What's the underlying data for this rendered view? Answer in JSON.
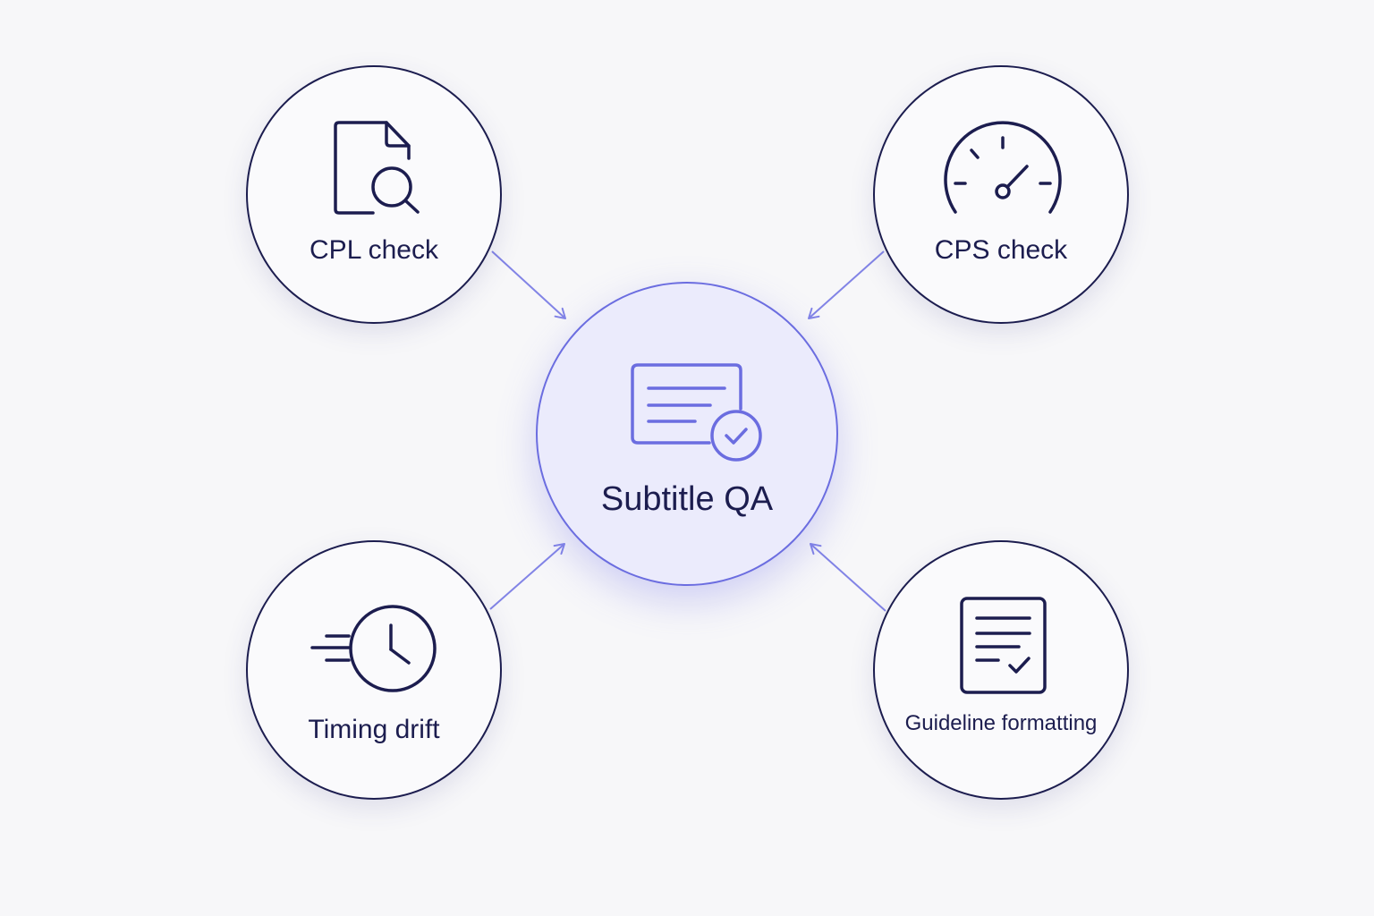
{
  "diagram": {
    "center": {
      "label": "Subtitle QA",
      "icon": "subtitle-check-icon"
    },
    "nodes": [
      {
        "id": "cpl",
        "label": "CPL check",
        "icon": "document-search-icon"
      },
      {
        "id": "cps",
        "label": "CPS check",
        "icon": "speedometer-icon"
      },
      {
        "id": "timing",
        "label": "Timing drift",
        "icon": "fast-clock-icon"
      },
      {
        "id": "guideline",
        "label": "Guideline formatting",
        "icon": "checklist-document-icon"
      }
    ]
  },
  "colors": {
    "background": "#f7f7f9",
    "node_stroke": "#1c1d4f",
    "accent": "#6b6de0",
    "center_fill": "#ebebfc",
    "arrow": "#8284e6"
  }
}
